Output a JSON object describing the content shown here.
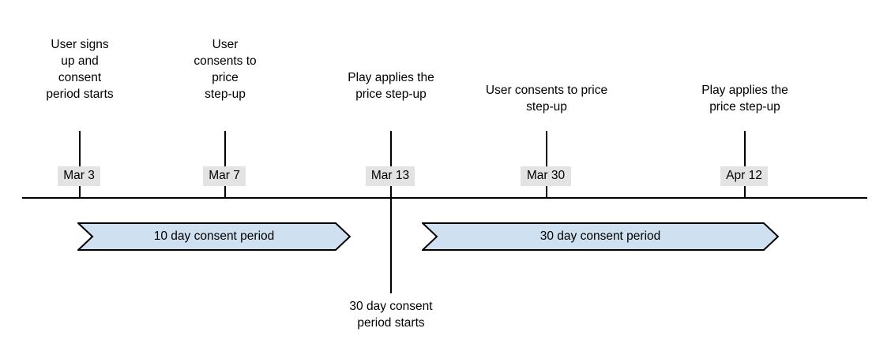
{
  "diagram": {
    "type": "timeline",
    "axis": {
      "label": "timeline-axis"
    },
    "events": [
      {
        "id": "mar-3",
        "caption": "User signs\nup and\nconsent\nperiod starts",
        "date": "Mar 3"
      },
      {
        "id": "mar-7",
        "caption": "User\nconsents to\nprice\nstep-up",
        "date": "Mar 7"
      },
      {
        "id": "mar-13",
        "caption": "Play applies the\nprice step-up",
        "date": "Mar 13"
      },
      {
        "id": "mar-30",
        "caption": "User consents to price\nstep-up",
        "date": "Mar 30"
      },
      {
        "id": "apr-12",
        "caption": "Play applies the\nprice step-up",
        "date": "Apr 12"
      }
    ],
    "periods": [
      {
        "id": "period-10-day",
        "label": "10 day consent period"
      },
      {
        "id": "period-30-day",
        "label": "30 day consent period"
      }
    ],
    "notes": [
      {
        "id": "note-30-day-start",
        "text": "30 day consent\nperiod starts"
      }
    ],
    "colors": {
      "banner_fill": "#cfe0f1",
      "banner_stroke": "#000000",
      "date_chip_background": "#e3e3e3",
      "line": "#000000",
      "text": "#000000",
      "background": "#ffffff"
    }
  }
}
